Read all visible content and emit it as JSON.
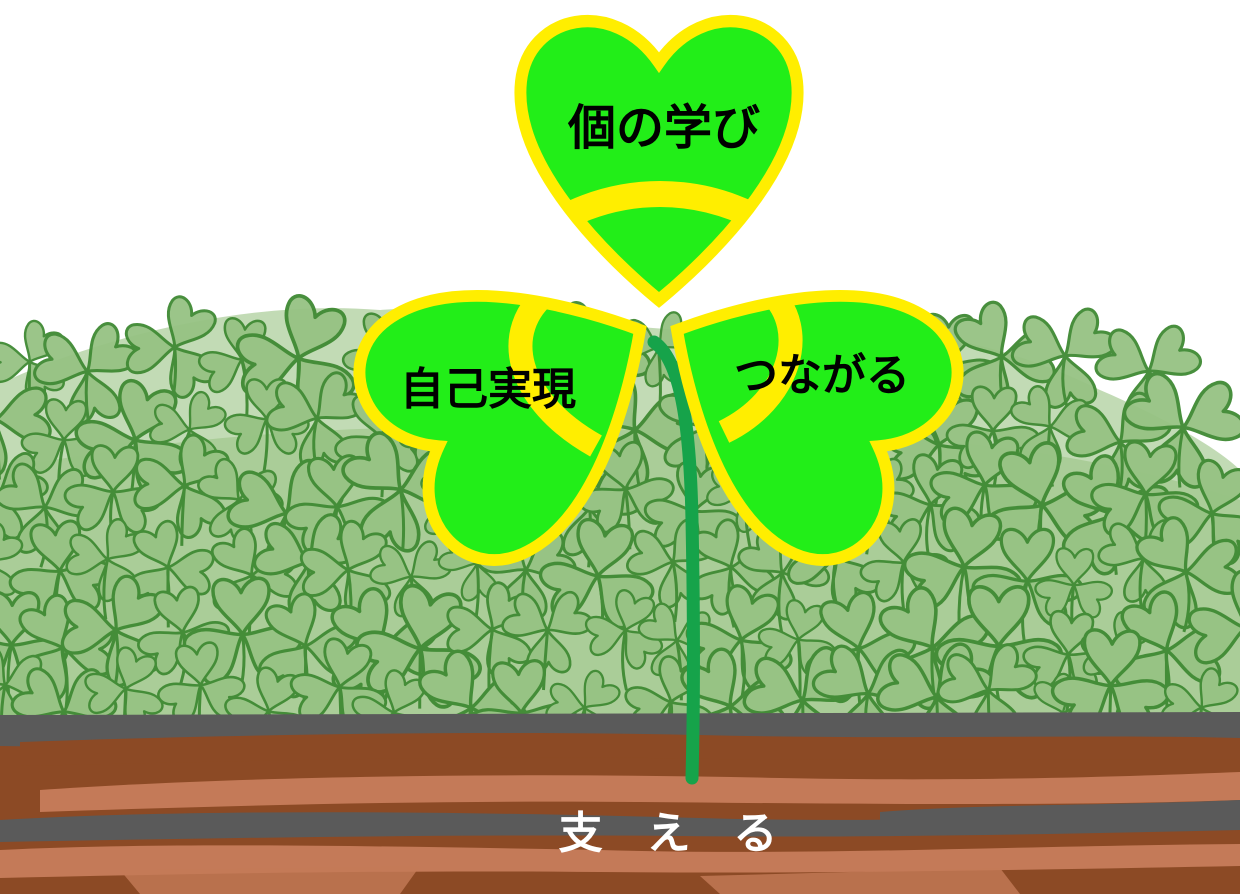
{
  "leaves": {
    "top": {
      "label": "個の学び"
    },
    "left": {
      "label": "自己実現"
    },
    "right": {
      "label": "つながる"
    }
  },
  "ground": {
    "label": "支える"
  },
  "colors": {
    "leaf_fill": "#22ee18",
    "leaf_band": "#ffee00",
    "stem": "#16a34a",
    "clover_fill": "#9cc58a",
    "clover_outline": "#3f8a33",
    "soil": "#8c4a25",
    "soil_light": "#c47a58",
    "soil_gray": "#5a5a5a"
  },
  "icons": [
    "shamrock-icon",
    "clover-meadow",
    "soil-ground"
  ]
}
